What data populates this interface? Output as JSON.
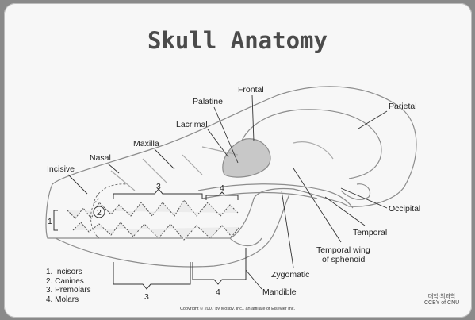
{
  "title": "Skull Anatomy",
  "labels": {
    "frontal": "Frontal",
    "palatine": "Palatine",
    "parietal": "Parietal",
    "lacrimal": "Lacrimal",
    "maxilla": "Maxilla",
    "nasal": "Nasal",
    "incisive": "Incisive",
    "occipital": "Occipital",
    "temporal": "Temporal",
    "temporal_wing_line1": "Temporal wing",
    "temporal_wing_line2": "of sphenoid",
    "zygomatic": "Zygomatic",
    "mandible": "Mandible",
    "tooth_1": "1",
    "tooth_2": "2",
    "tooth_3_upper": "3",
    "tooth_4_upper": "4",
    "tooth_3_lower": "3",
    "tooth_4_lower": "4"
  },
  "legend": [
    "1. Incisors",
    "2. Canines",
    "3. Premolars",
    "4. Molars"
  ],
  "copyright": "Copyright © 2007 by Mosby, Inc., an affiliate of Elsevier Inc.",
  "stamp_line1": "대학·의과학",
  "stamp_line2": "CCBY of CNU"
}
